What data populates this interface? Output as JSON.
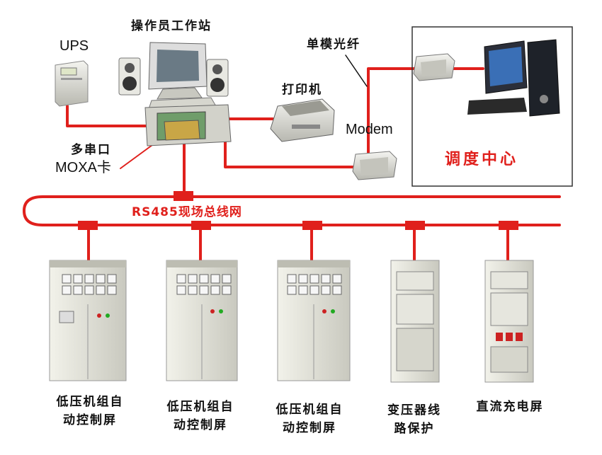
{
  "labels": {
    "ups": "UPS",
    "workstation": "操作员工作站",
    "fiber": "单模光纤",
    "printer": "打印机",
    "modem": "Modem",
    "multiport_line1": "多串口",
    "multiport_line2": "MOXA卡",
    "dispatch_center": "调度中心",
    "bus": "RS485现场总线网"
  },
  "panels": [
    {
      "line1": "低压机组自",
      "line2": "动控制屏"
    },
    {
      "line1": "低压机组自",
      "line2": "动控制屏"
    },
    {
      "line1": "低压机组自",
      "line2": "动控制屏"
    },
    {
      "line1": "变压器线",
      "line2": "路保护"
    },
    {
      "line1": "直流充电屏",
      "line2": ""
    }
  ],
  "colors": {
    "bus": "#e0201c",
    "cabinet": "#dcdcd2",
    "frame": "#333333"
  }
}
